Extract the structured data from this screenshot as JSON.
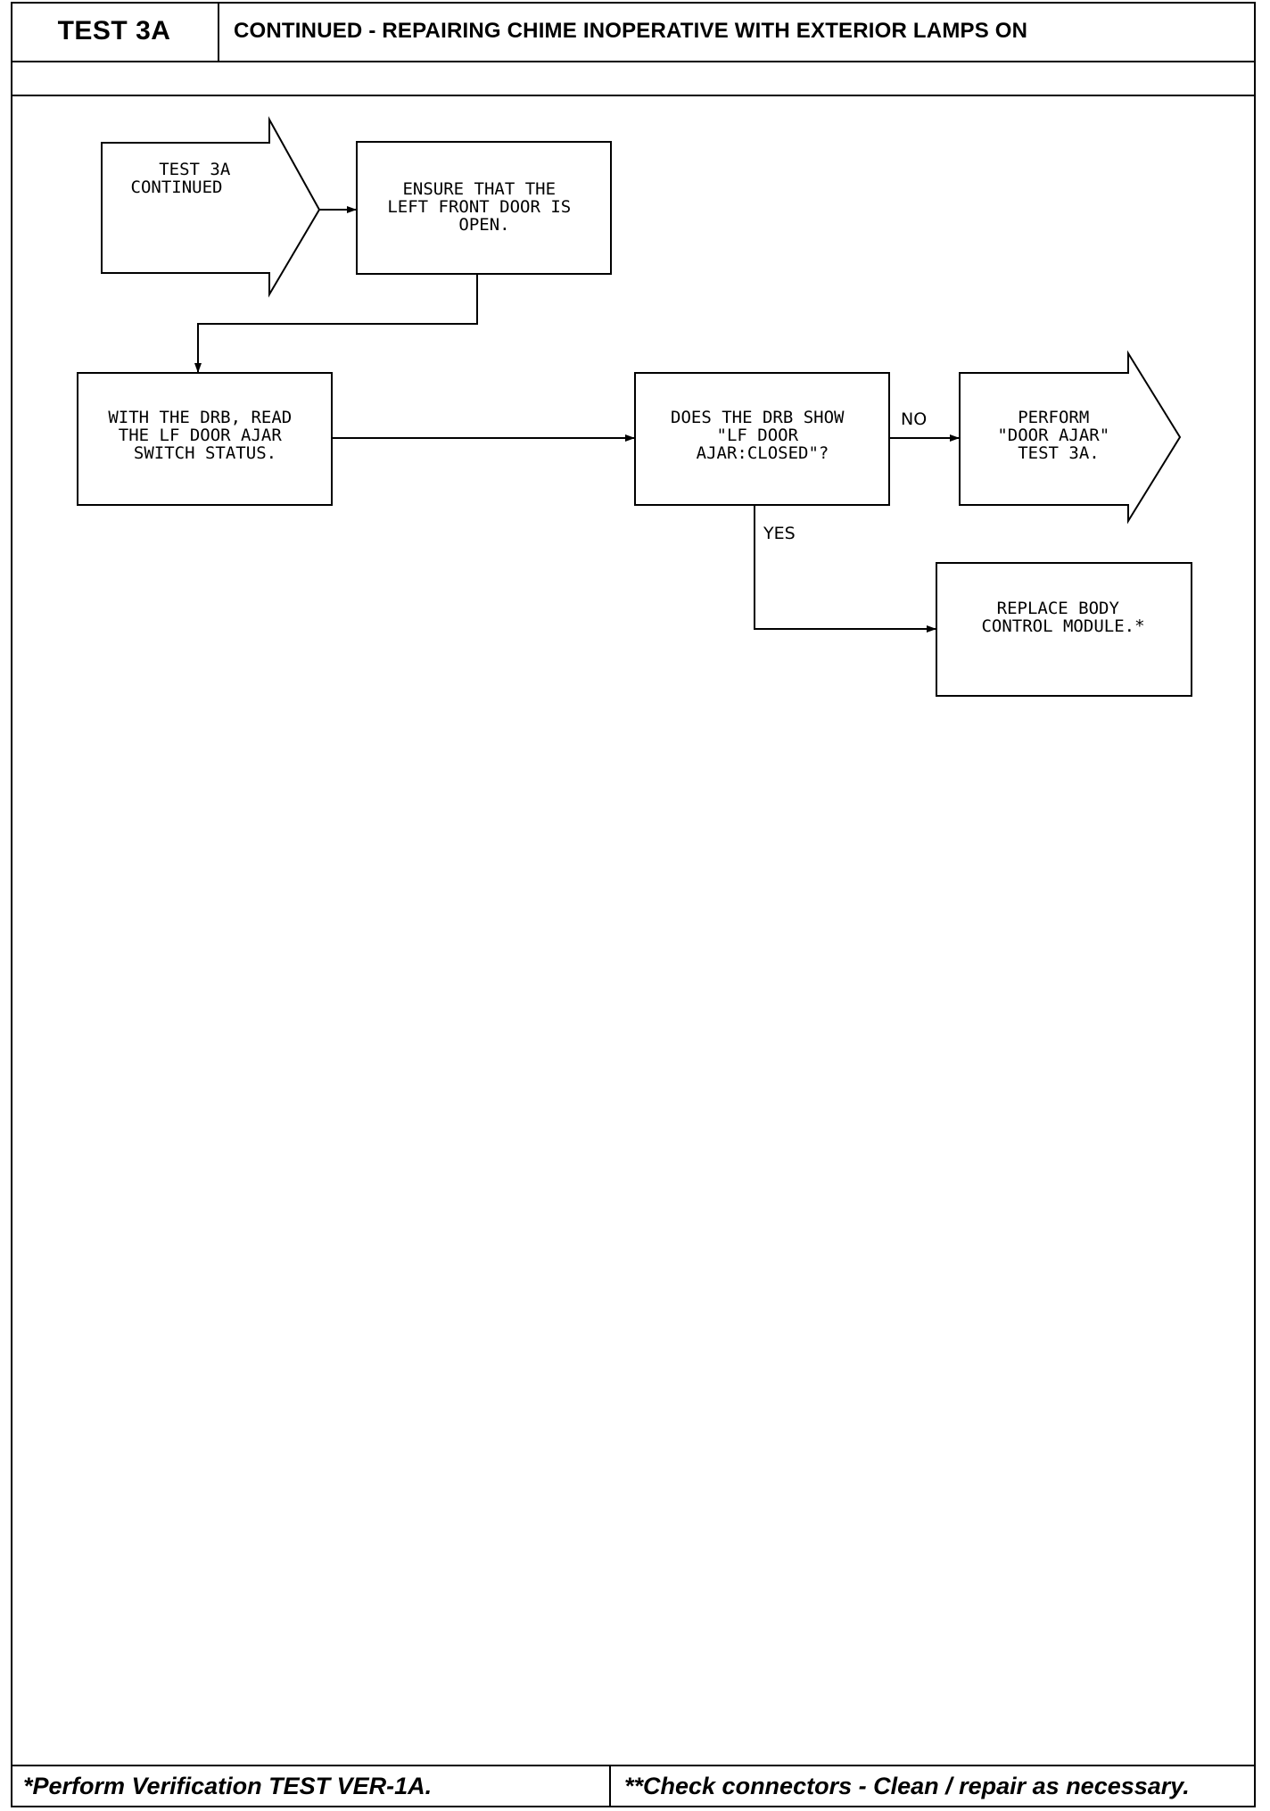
{
  "header": {
    "test_label": "TEST 3A",
    "title": "CONTINUED - REPAIRING CHIME INOPERATIVE WITH EXTERIOR LAMPS ON"
  },
  "flow": {
    "start": [
      "TEST 3A",
      "CONTINUED"
    ],
    "ensure": [
      "ENSURE THAT THE",
      "LEFT FRONT DOOR IS",
      "OPEN."
    ],
    "read": [
      "WITH THE DRB, READ",
      "THE LF DOOR AJAR",
      "SWITCH STATUS."
    ],
    "question": [
      "DOES THE DRB SHOW",
      "\"LF DOOR",
      "AJAR:CLOSED\"?"
    ],
    "perform": [
      "PERFORM",
      "\"DOOR AJAR\"",
      "TEST 3A."
    ],
    "replace": [
      "REPLACE BODY",
      "CONTROL MODULE.*"
    ],
    "no_label": "NO",
    "yes_label": "YES"
  },
  "footer": {
    "left": "*Perform Verification TEST VER-1A.",
    "right": "**Check connectors - Clean / repair as necessary."
  }
}
